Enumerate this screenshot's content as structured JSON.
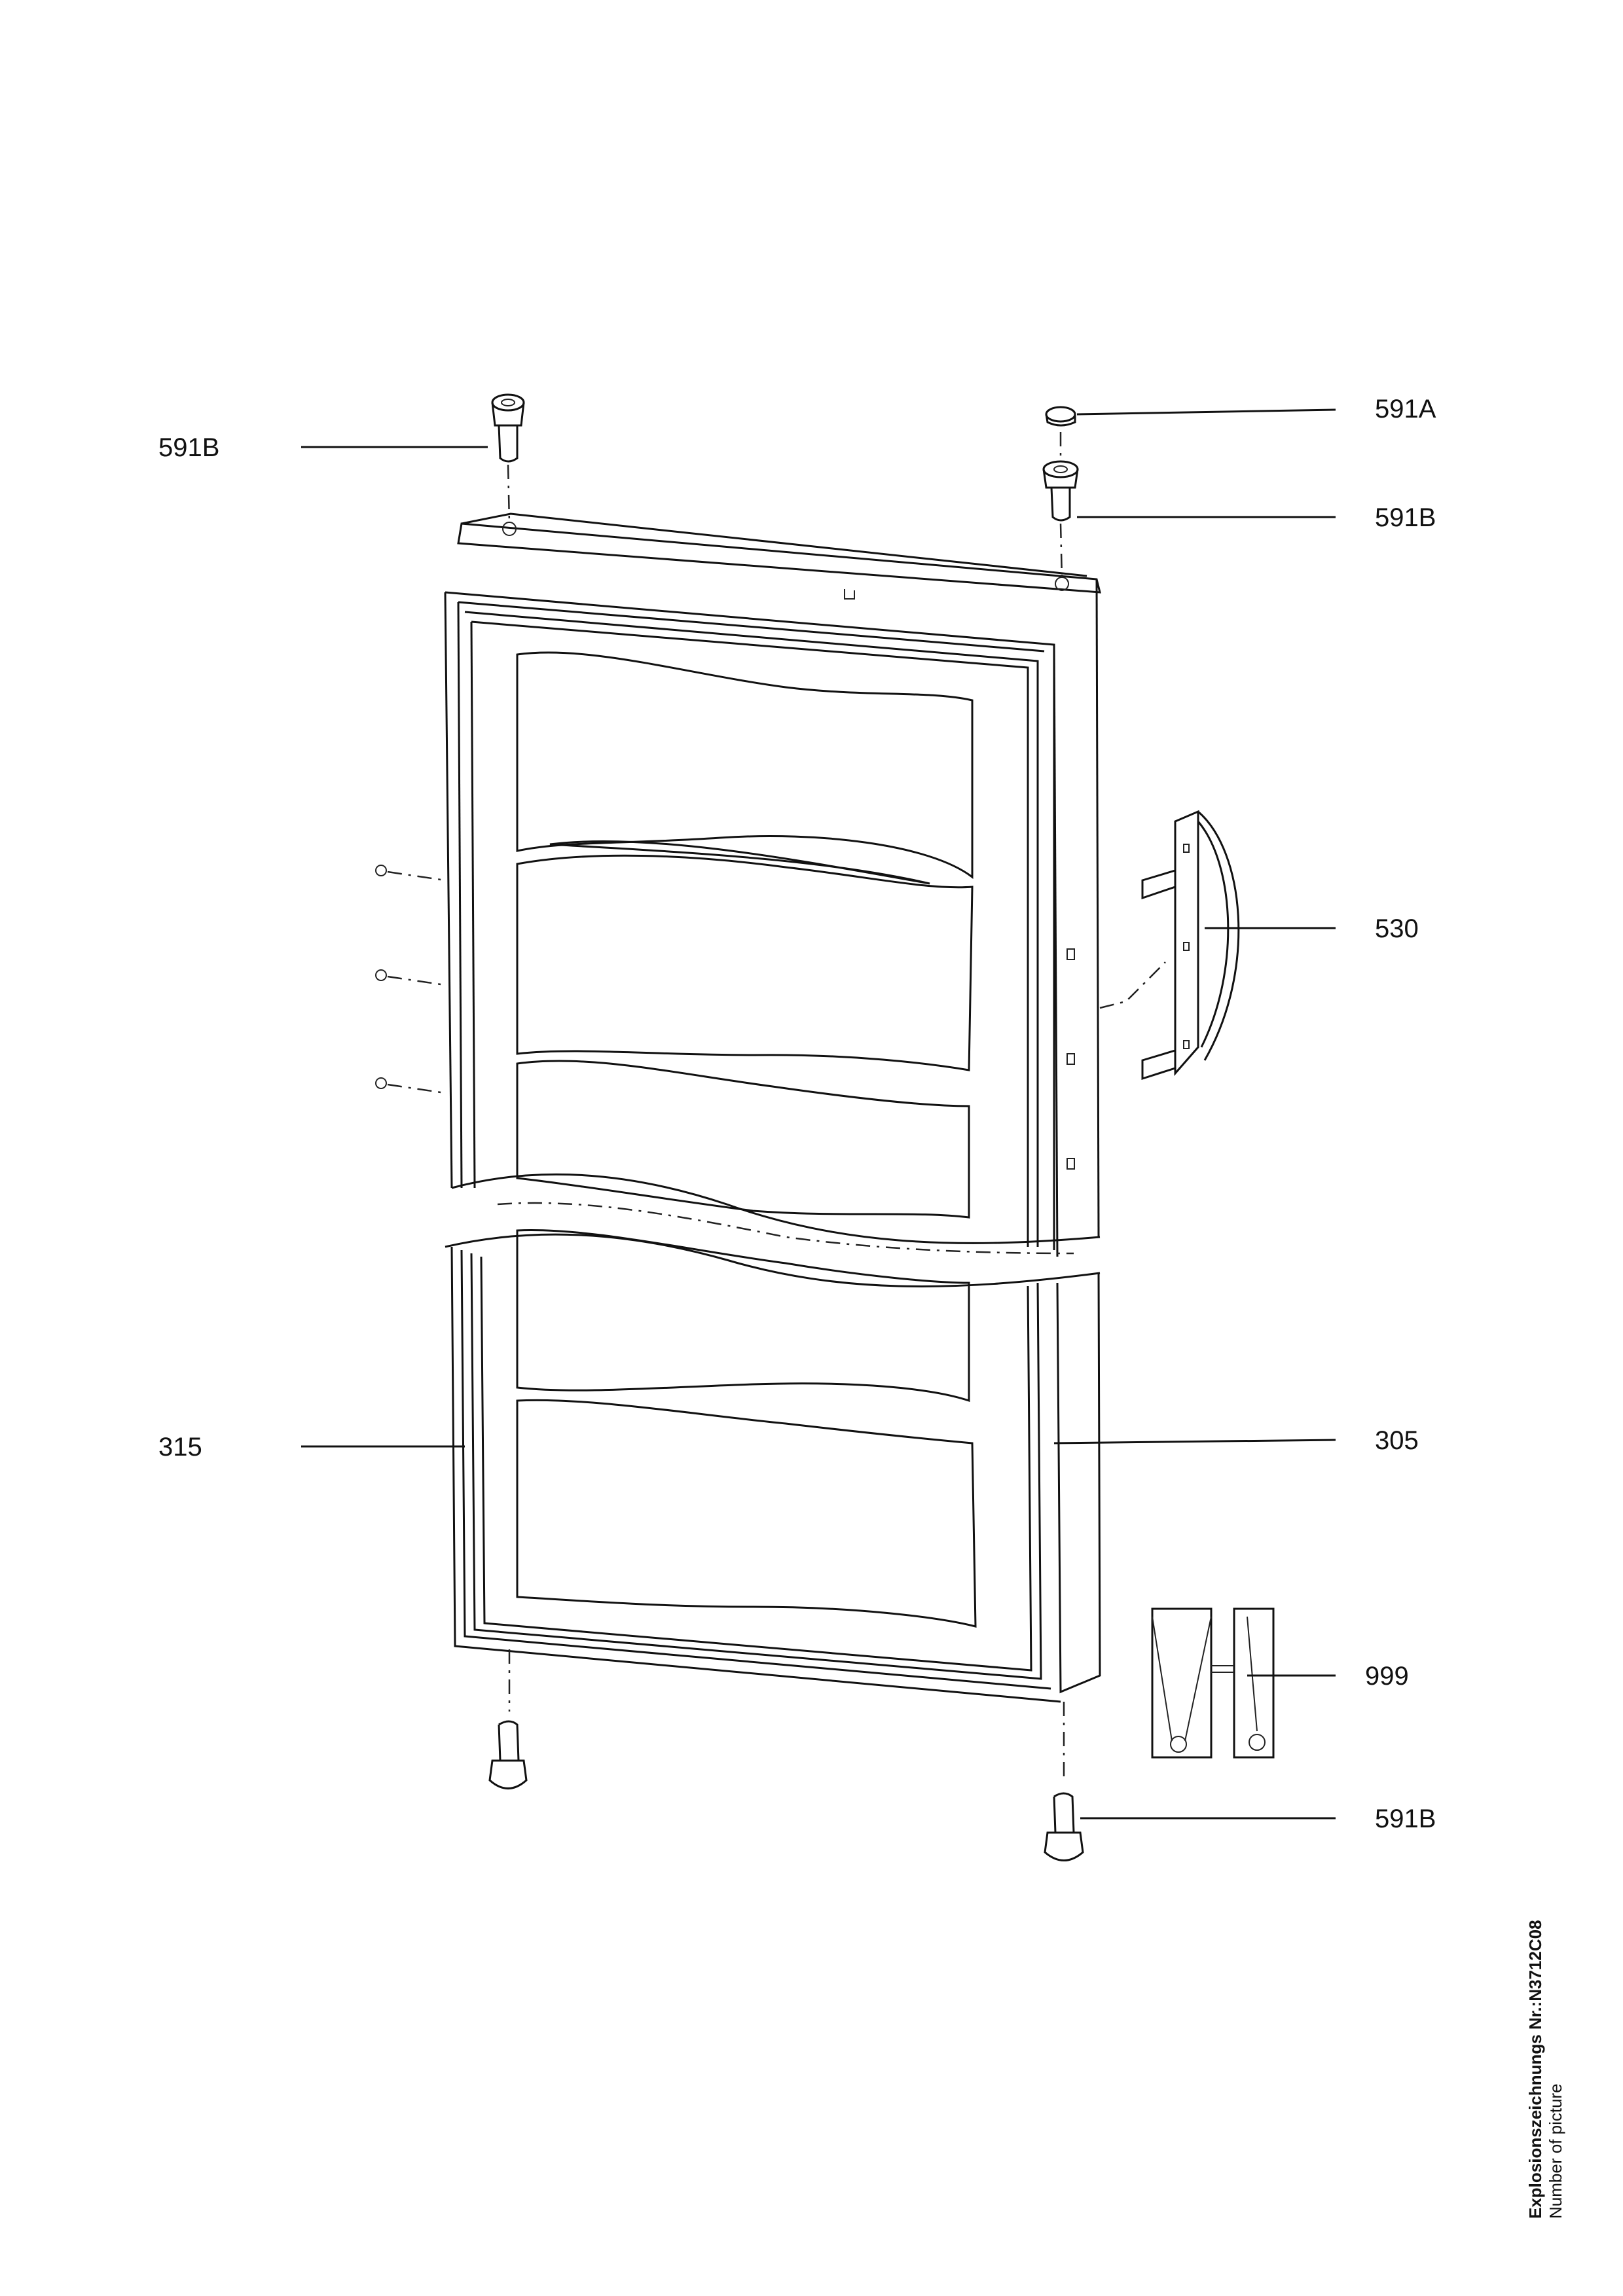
{
  "labels": {
    "l591b_top_left": "591B",
    "l591a": "591A",
    "l591b_top_right": "591B",
    "l530": "530",
    "l315": "315",
    "l305": "305",
    "l999": "999",
    "l591b_bottom": "591B"
  },
  "footer": {
    "drawing_number": "Explosionszeichnungs Nr.:N3712C08",
    "caption": "Number of picture"
  }
}
